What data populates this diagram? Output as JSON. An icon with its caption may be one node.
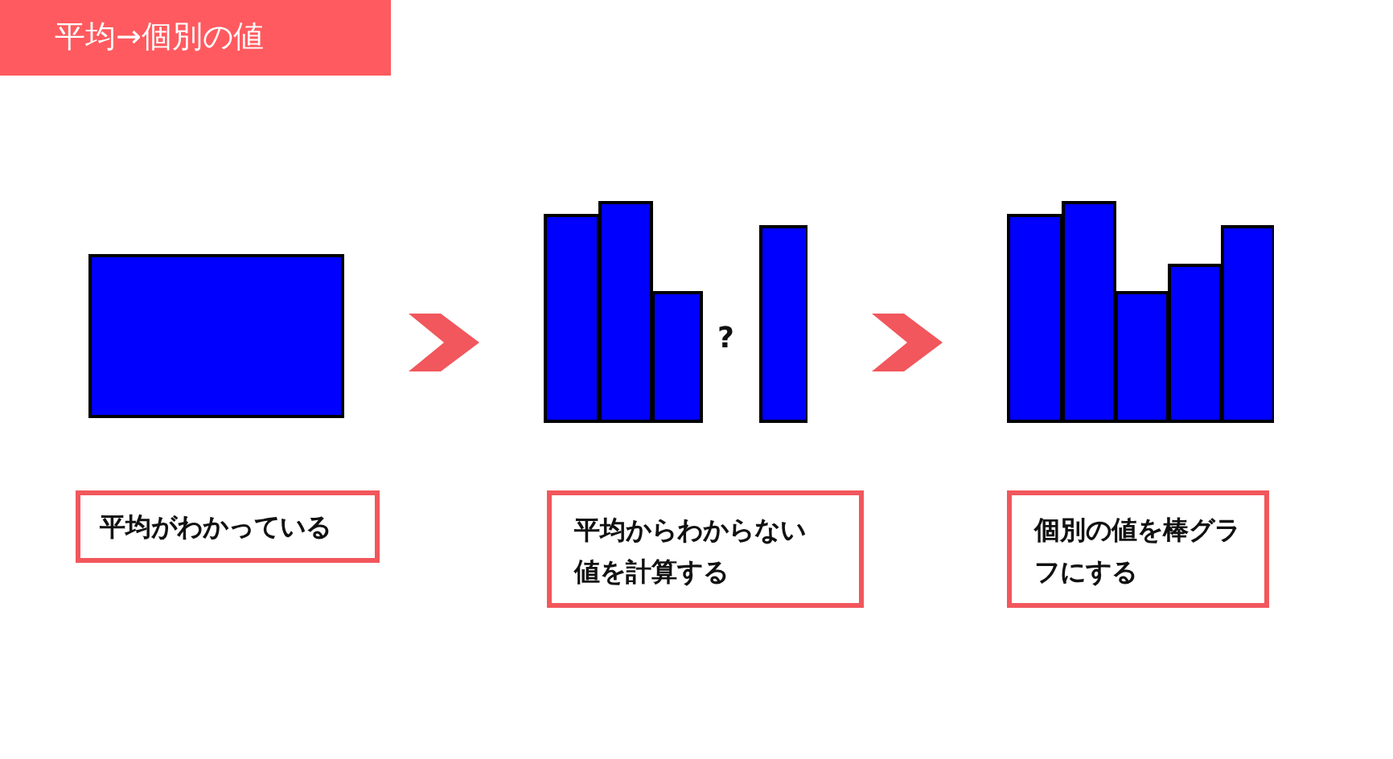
{
  "diagram": {
    "title": "平均→個別の値",
    "nodes": [
      {
        "text": [],
        "shape": "box"
      },
      {
        "text": [],
        "shape": "bar"
      },
      {
        "text": [],
        "shape": "bar"
      },
      {
        "text": [
          "平均がわかっている"
        ]
      },
      {
        "text": [
          "平均からわからない値を計算する"
        ]
      },
      {
        "text": [
          "個別の値を棒グラフにする"
        ]
      }
    ],
    "edges": [
      {
        "from": 0,
        "to": 1,
        "arrow": "to"
      },
      {
        "from": 1,
        "to": 2,
        "arrow": "to"
      }
    ],
    "labels": [
      "?"
    ]
  }
}
